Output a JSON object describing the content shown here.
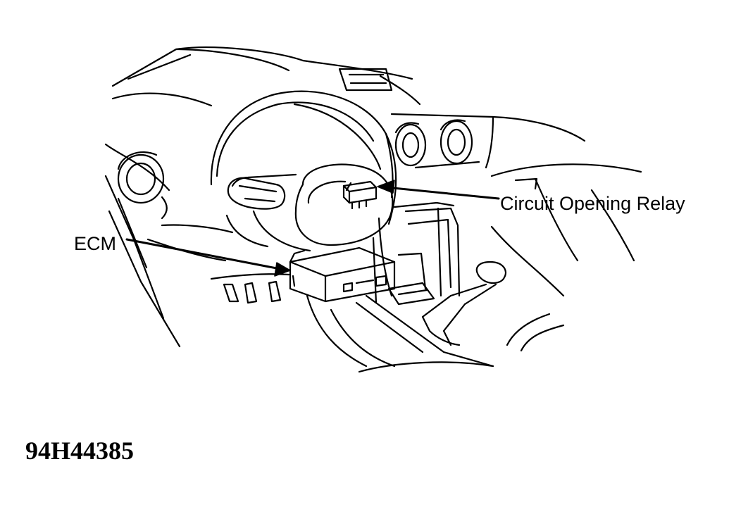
{
  "labels": {
    "circuit_opening_relay": "Circuit Opening Relay",
    "ecm": "ECM"
  },
  "figure_id": "94H44385",
  "colors": {
    "ink": "#000000",
    "background": "#ffffff"
  }
}
